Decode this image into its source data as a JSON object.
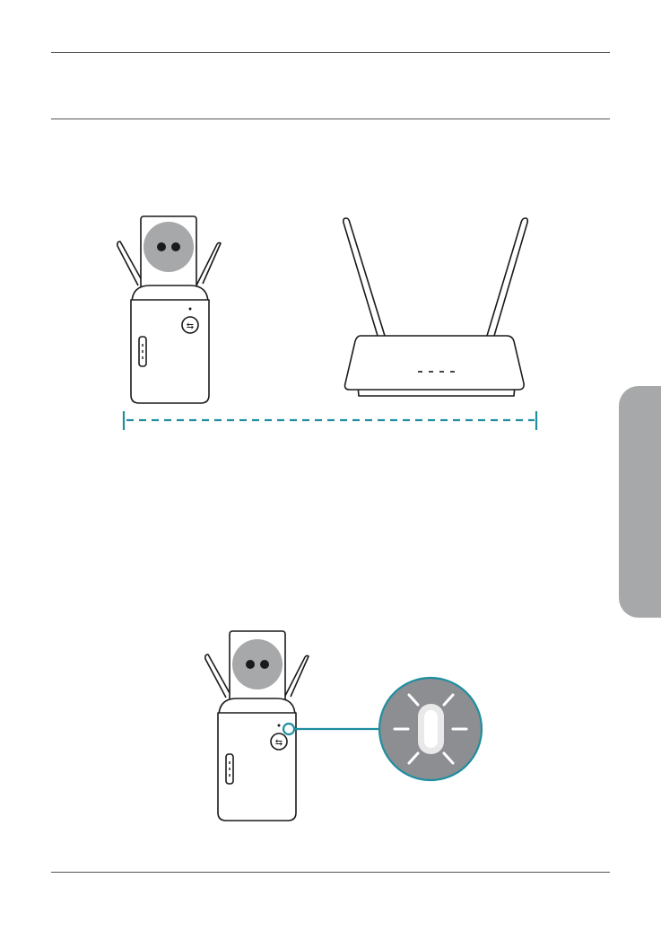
{
  "page": {
    "background": "#ffffff",
    "side_tab_color": "#a7a8aa",
    "accent_color": "#1f8ea0"
  },
  "figures": [
    {
      "name": "extender-router-placement-illustration",
      "devices": [
        "range-extender",
        "wireless-router"
      ],
      "router_led_count": 4
    },
    {
      "name": "extender-led-status-illustration",
      "devices": [
        "range-extender",
        "led-magnifier"
      ],
      "led_state": "lit"
    }
  ]
}
